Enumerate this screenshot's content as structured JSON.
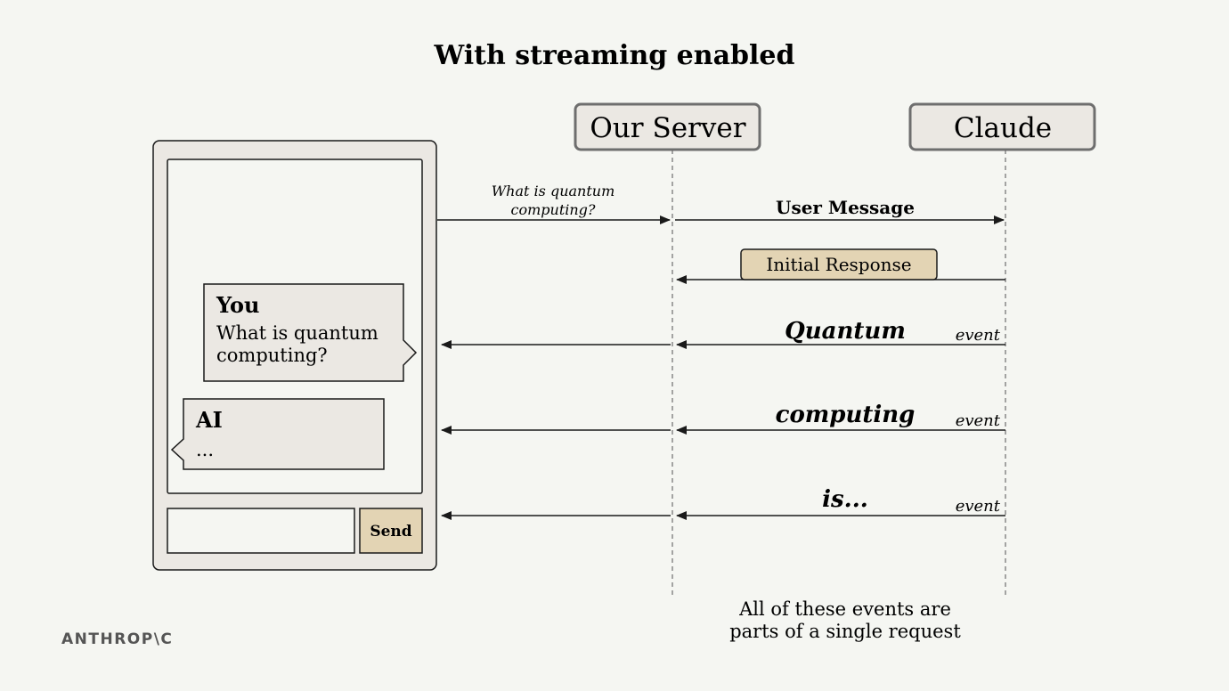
{
  "title": "With streaming enabled",
  "actors": {
    "server": "Our Server",
    "claude": "Claude"
  },
  "client": {
    "user_bubble": {
      "title": "You",
      "line1": "What is quantum",
      "line2": "computing?"
    },
    "ai_bubble": {
      "title": "AI",
      "text": "..."
    },
    "input_value": "",
    "send_label": "Send"
  },
  "messages": {
    "client_to_server_line1": "What is quantum",
    "client_to_server_line2": "computing?",
    "user_message": "User Message",
    "initial_response": "Initial Response",
    "events": [
      {
        "token": "Quantum",
        "label": "event"
      },
      {
        "token": "computing",
        "label": "event"
      },
      {
        "token": "is...",
        "label": "event"
      }
    ]
  },
  "note": {
    "line1": "All of these events are",
    "line2": "parts of a single request"
  },
  "logo": "ANTHROP\\C",
  "colors": {
    "background": "#f5f6f2",
    "box_fill": "#ebe8e3",
    "accent_fill": "#e3d4b4",
    "line": "#1a1a1a"
  }
}
